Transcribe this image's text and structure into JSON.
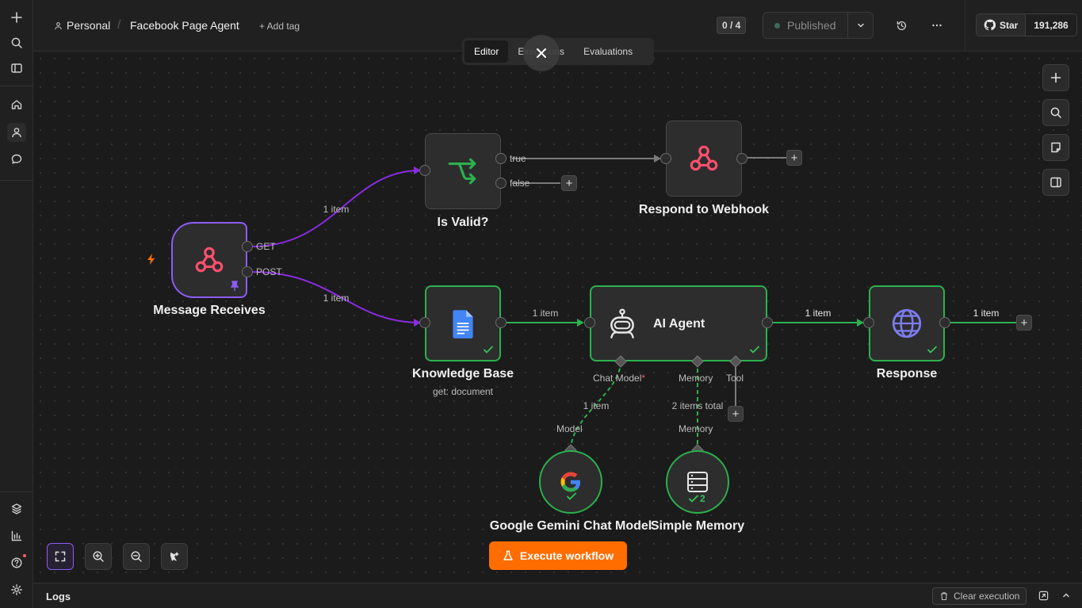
{
  "header": {
    "project": "Personal",
    "workflow_name": "Facebook Page Agent",
    "add_tag": "+ Add tag",
    "counter": "0 / 4",
    "status": "Published",
    "github_star": "Star",
    "github_count": "191,286"
  },
  "tabs": [
    "Editor",
    "Executions",
    "Evaluations"
  ],
  "nodes": {
    "message_receives": {
      "label": "Message Receives",
      "get": "GET",
      "post": "POST"
    },
    "is_valid": {
      "label": "Is Valid?",
      "true_label": "true",
      "false_label": "false"
    },
    "respond": {
      "label": "Respond to Webhook"
    },
    "knowledge_base": {
      "label": "Knowledge Base",
      "sub": "get: document"
    },
    "ai_agent": {
      "label": "AI Agent",
      "chat_model": "Chat Model",
      "required": "*",
      "memory": "Memory",
      "tool": "Tool"
    },
    "response": {
      "label": "Response"
    },
    "gemini": {
      "label": "Google Gemini Chat Model",
      "port": "Model"
    },
    "memory": {
      "label": "Simple Memory",
      "port": "Memory",
      "count": "2"
    }
  },
  "wires": {
    "get_items": "1 item",
    "post_items": "1 item",
    "kb_items": "1 item",
    "agent_items": "1 item",
    "response_items": "1 item",
    "model_items": "1 item",
    "memory_items": "2 items total"
  },
  "canvas_actions": {
    "execute": "Execute workflow"
  },
  "logs": {
    "title": "Logs",
    "clear": "Clear execution"
  },
  "colors": {
    "accent": "#ff6d00",
    "success": "#2bb14e",
    "trigger": "#8a5cf6"
  }
}
